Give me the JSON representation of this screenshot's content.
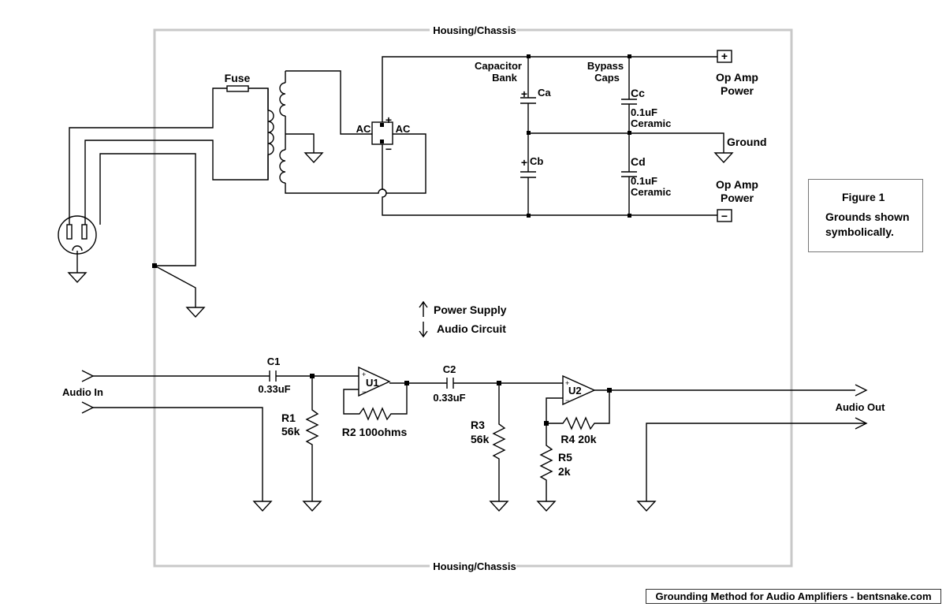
{
  "chassis": {
    "top_label": "Housing/Chassis",
    "bottom_label": "Housing/Chassis"
  },
  "power_supply": {
    "fuse_label": "Fuse",
    "ac_left": "AC",
    "ac_right": "AC",
    "plus": "+",
    "minus": "−",
    "capacitor_bank_line1": "Capacitor",
    "capacitor_bank_line2": "Bank",
    "bypass_line1": "Bypass",
    "bypass_line2": "Caps",
    "ca": "Ca",
    "cb": "Cb",
    "cc": "Cc",
    "cd": "Cd",
    "cc_value": "0.1uF",
    "cc_type": "Ceramic",
    "cd_value": "0.1uF",
    "cd_type": "Ceramic",
    "pos_power_line1": "Op Amp",
    "pos_power_line2": "Power",
    "neg_power_line1": "Op Amp",
    "neg_power_line2": "Power",
    "pos_terminal": "+",
    "neg_terminal": "−",
    "ground_label": "Ground",
    "ground_color": "#1a8a1a"
  },
  "divider": {
    "up_label": "Power Supply",
    "down_label": "Audio Circuit"
  },
  "audio": {
    "audio_in": "Audio In",
    "audio_out": "Audio Out",
    "c1": "C1",
    "c1_value": "0.33uF",
    "r1": "R1",
    "r1_value": "56k",
    "u1": "U1",
    "r2": "R2 100ohms",
    "c2": "C2",
    "c2_value": "0.33uF",
    "r3": "R3",
    "r3_value": "56k",
    "u2": "U2",
    "r4": "R4 20k",
    "r5": "R5",
    "r5_value": "2k"
  },
  "figure_note": {
    "title": "Figure 1",
    "line1": "Grounds shown",
    "line2": "symbolically."
  },
  "footer": "Grounding Method for Audio Amplifiers - bentsnake.com"
}
